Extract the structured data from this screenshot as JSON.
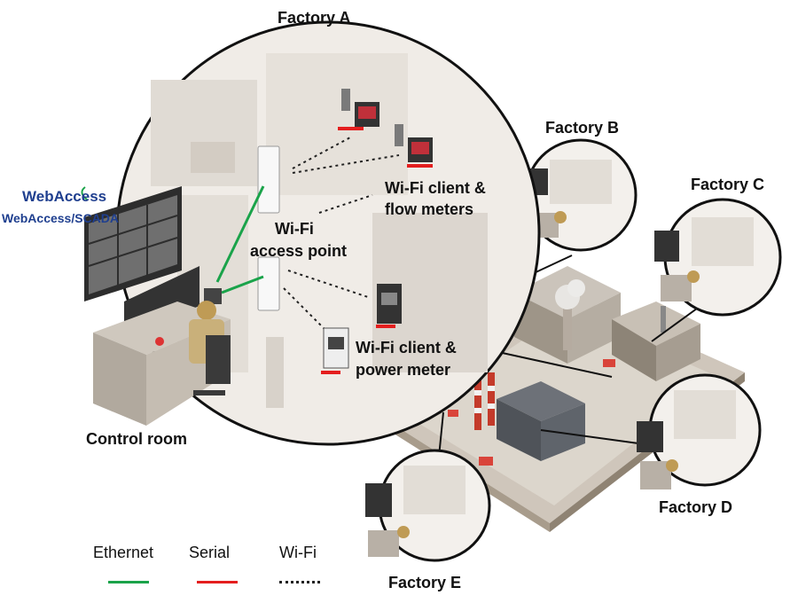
{
  "logos": {
    "webaccess_top": "WebAccess",
    "webaccess_bottom": "WebAccess/SCADA"
  },
  "labels": {
    "factory_a": "Factory A",
    "factory_b": "Factory B",
    "factory_c": "Factory C",
    "factory_d": "Factory D",
    "factory_e": "Factory E",
    "control_room": "Control room",
    "ap_line1": "Wi-Fi",
    "ap_line2": "access point",
    "flow_line1": "Wi-Fi client &",
    "flow_line2": "flow meters",
    "power_line1": "Wi-Fi client &",
    "power_line2": "power meter"
  },
  "legend": {
    "ethernet": "Ethernet",
    "serial": "Serial",
    "wifi": "Wi-Fi"
  },
  "colors": {
    "ethernet": "#1aa34a",
    "serial": "#e41e1e",
    "wifi": "#222222",
    "ground": "#d8cdbf",
    "building": "#b8b0a6"
  }
}
